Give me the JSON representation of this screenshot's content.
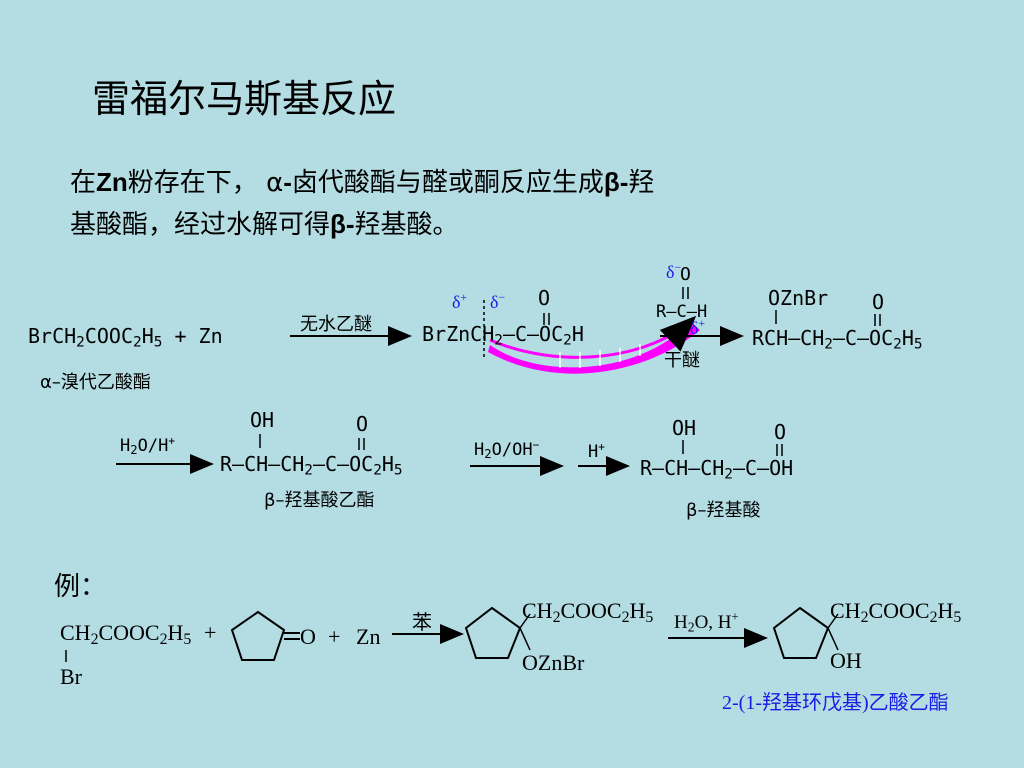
{
  "title": "雷福尔马斯基反应",
  "intro": {
    "line1_a": "在",
    "line1_b": "Zn",
    "line1_c": "粉存在下，",
    "line1_d": "α",
    "line1_e": "-",
    "line1_f": "卤代酸酯与醛或酮反应生成",
    "line1_g": "β-",
    "line1_h": "羟",
    "line2_a": "基酸酯，经过水解可得",
    "line2_b": "β-",
    "line2_c": "羟基酸。"
  },
  "reaction1": {
    "reactant_bromo": "BrCH",
    "reactant_co": "COOC",
    "reactant_h": "H",
    "plus_zn": "+ Zn",
    "reactant_name": "α–溴代乙酸酯",
    "arrow1_label": "无水乙醚",
    "delta_plus": "δ",
    "delta_minus": "δ",
    "inter_brzn": "BrZn",
    "inter_ch": "CH",
    "inter_c": "–C–OC",
    "inter_h": "H",
    "carbonyl_o": "O",
    "aldehyde_o": "O",
    "aldehyde_rch": "R–C–H",
    "arrow2_label": "干醚",
    "product_ozn": "OZnBr",
    "product_o": "O",
    "product_main": "RCH–CH",
    "product_tail": "–C–OC",
    "product_h": "H"
  },
  "reaction2": {
    "arrow_label_h2o": "H",
    "arrow_label_o": "O/H",
    "oh": "OH",
    "o": "O",
    "ester_main": "R–CH–CH",
    "ester_tail": "–C–OC",
    "ester_h": "H",
    "ester_name": "β–羟基酸乙酯",
    "arrow2_label_h2o": "H",
    "arrow2_label_oh": "O/OH",
    "arrow3_label": "H",
    "acid_oh": "OH",
    "acid_o": "O",
    "acid_main": "R–CH–CH",
    "acid_tail": "–C–OH",
    "acid_name": "β–羟基酸"
  },
  "example": {
    "label": "例：",
    "reagent_top": "CH",
    "reagent_top2": "COOC",
    "reagent_top3": "H",
    "reagent_br": "Br",
    "plus1": "+",
    "ketone_o": "O",
    "plus2": "+",
    "zn": "Zn",
    "arrow1_label": "苯",
    "inter_top1": "CH",
    "inter_top2": "COOC",
    "inter_top3": "H",
    "inter_bottom": "OZnBr",
    "arrow2_label1": "H",
    "arrow2_label2": "O, H",
    "prod_top1": "CH",
    "prod_top2": "COOC",
    "prod_top3": "H",
    "prod_bottom": "OH",
    "product_name": "2-(1-羟基环戊基)乙酸乙酯"
  },
  "colors": {
    "background": "#b3dde2",
    "highlight": "#ff00ff",
    "delta": "#1a1ae6"
  }
}
